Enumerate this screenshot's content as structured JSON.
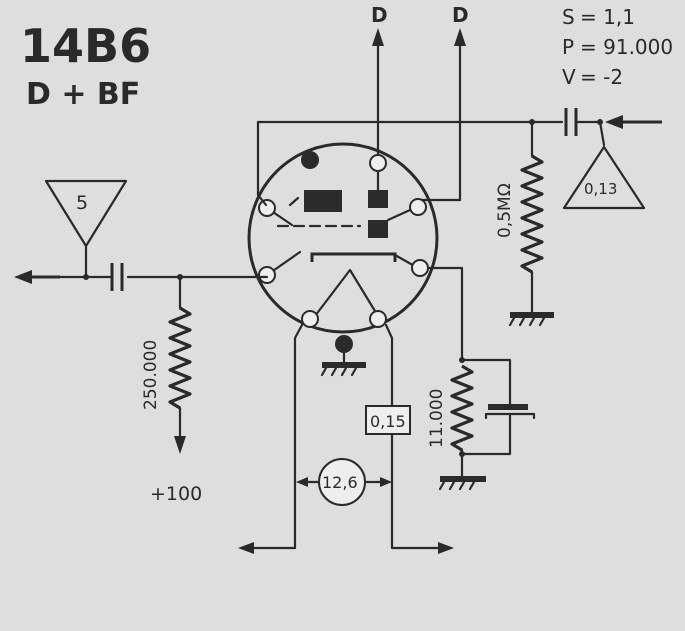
{
  "tube": {
    "type": "14B6",
    "function": "D + BF"
  },
  "params": {
    "s_label": "S",
    "s_value": "= 1,1",
    "p_label": "P",
    "p_value": "= 91.000",
    "v_label": "V",
    "v_value": "= -2"
  },
  "outputs": {
    "d1": "D",
    "d2": "D"
  },
  "components": {
    "grid_resistor": "0,5MΩ",
    "input_level": "0,13",
    "output_level": "5",
    "plate_resistor": "250.000",
    "cathode_resistor": "11.000",
    "heater_current": "0,15",
    "heater_voltage": "12,6",
    "supply_voltage": "+100"
  },
  "colors": {
    "ink": "#2a2a2a",
    "paper": "#dedede"
  }
}
